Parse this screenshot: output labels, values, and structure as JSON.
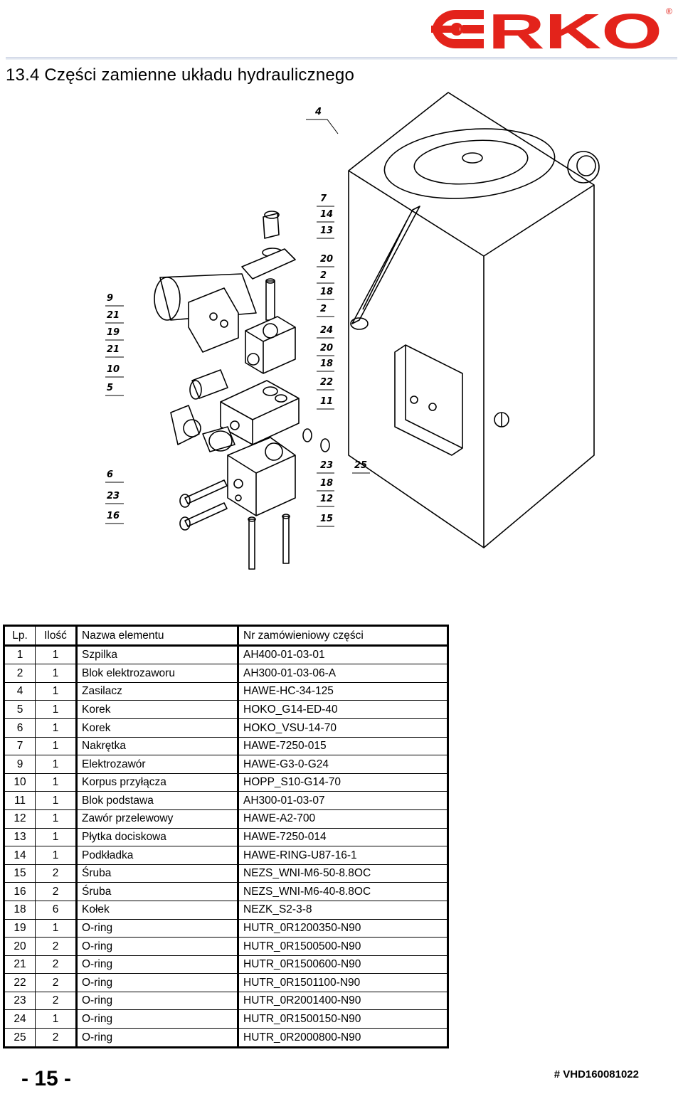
{
  "brand": {
    "name": "ERKO",
    "registered": "®",
    "color": "#e3231b"
  },
  "page": {
    "title": "13.4 Części zamienne układu hydraulicznego",
    "number": "- 15 -",
    "doc_code": "# VHD160081022"
  },
  "drawing": {
    "callouts_top": [
      "4"
    ],
    "callouts_left": [
      "9",
      "21",
      "19",
      "21",
      "10",
      "5",
      "6",
      "23",
      "16"
    ],
    "callouts_right": [
      "7",
      "14",
      "13",
      "20",
      "2",
      "18",
      "2",
      "24",
      "20",
      "18",
      "22",
      "11",
      "23",
      "18",
      "12",
      "15"
    ],
    "callout_side": [
      "25"
    ]
  },
  "parts_table": {
    "headers": [
      "Lp.",
      "Ilość",
      "Nazwa elementu",
      "Nr zamówieniowy części"
    ],
    "rows": [
      [
        "1",
        "1",
        "Szpilka",
        "AH400-01-03-01"
      ],
      [
        "2",
        "1",
        "Blok elektrozaworu",
        "AH300-01-03-06-A"
      ],
      [
        "4",
        "1",
        "Zasilacz",
        "HAWE-HC-34-125"
      ],
      [
        "5",
        "1",
        "Korek",
        "HOKO_G14-ED-40"
      ],
      [
        "6",
        "1",
        "Korek",
        "HOKO_VSU-14-70"
      ],
      [
        "7",
        "1",
        "Nakrętka",
        "HAWE-7250-015"
      ],
      [
        "9",
        "1",
        "Elektrozawór",
        "HAWE-G3-0-G24"
      ],
      [
        "10",
        "1",
        "Korpus przyłącza",
        "HOPP_S10-G14-70"
      ],
      [
        "11",
        "1",
        "Blok podstawa",
        "AH300-01-03-07"
      ],
      [
        "12",
        "1",
        "Zawór przelewowy",
        "HAWE-A2-700"
      ],
      [
        "13",
        "1",
        "Płytka dociskowa",
        "HAWE-7250-014"
      ],
      [
        "14",
        "1",
        "Podkładka",
        "HAWE-RING-U87-16-1"
      ],
      [
        "15",
        "2",
        "Śruba",
        "NEZS_WNI-M6-50-8.8OC"
      ],
      [
        "16",
        "2",
        "Śruba",
        "NEZS_WNI-M6-40-8.8OC"
      ],
      [
        "18",
        "6",
        "Kołek",
        "NEZK_S2-3-8"
      ],
      [
        "19",
        "1",
        "O-ring",
        "HUTR_0R1200350-N90"
      ],
      [
        "20",
        "2",
        "O-ring",
        "HUTR_0R1500500-N90"
      ],
      [
        "21",
        "2",
        "O-ring",
        "HUTR_0R1500600-N90"
      ],
      [
        "22",
        "2",
        "O-ring",
        "HUTR_0R1501100-N90"
      ],
      [
        "23",
        "2",
        "O-ring",
        "HUTR_0R2001400-N90"
      ],
      [
        "24",
        "1",
        "O-ring",
        "HUTR_0R1500150-N90"
      ],
      [
        "25",
        "2",
        "O-ring",
        "HUTR_0R2000800-N90"
      ]
    ]
  }
}
